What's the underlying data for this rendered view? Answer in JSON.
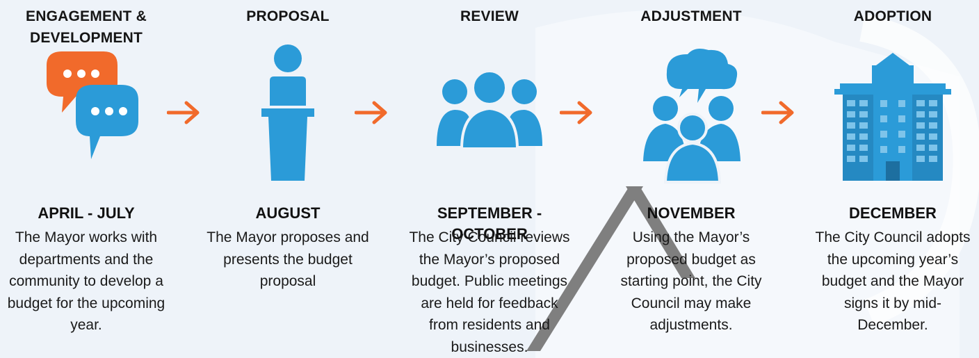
{
  "colors": {
    "blue": "#2b9bd8",
    "orange": "#f16a2b",
    "watermark": "#7f7f7f"
  },
  "steps": [
    {
      "title": "ENGAGEMENT & DEVELOPMENT",
      "icon": "speech-bubbles-icon",
      "period": "APRIL - JULY",
      "description": "The Mayor works with departments and the community to develop a budget for the upcoming year."
    },
    {
      "title": "PROPOSAL",
      "icon": "person-at-podium-icon",
      "period": "AUGUST",
      "description": "The Mayor proposes and presents the budget proposal"
    },
    {
      "title": "REVIEW",
      "icon": "group-of-people-icon",
      "period": "SEPTEMBER - OCTOBER",
      "description": "The City Council reviews the Mayor’s proposed budget. Public meetings are held for feedback from residents and businesses."
    },
    {
      "title": "ADJUSTMENT",
      "icon": "group-discussion-icon",
      "period": "NOVEMBER",
      "description": "Using the Mayor’s proposed budget as starting point, the City Council may make adjustments."
    },
    {
      "title": "ADOPTION",
      "icon": "city-hall-building-icon",
      "period": "DECEMBER",
      "description": "The City Council adopts the upcoming year’s budget and the Mayor signs it by mid-December."
    }
  ],
  "arrows": [
    "arrow-right-icon",
    "arrow-right-icon",
    "arrow-right-icon",
    "arrow-right-icon"
  ]
}
